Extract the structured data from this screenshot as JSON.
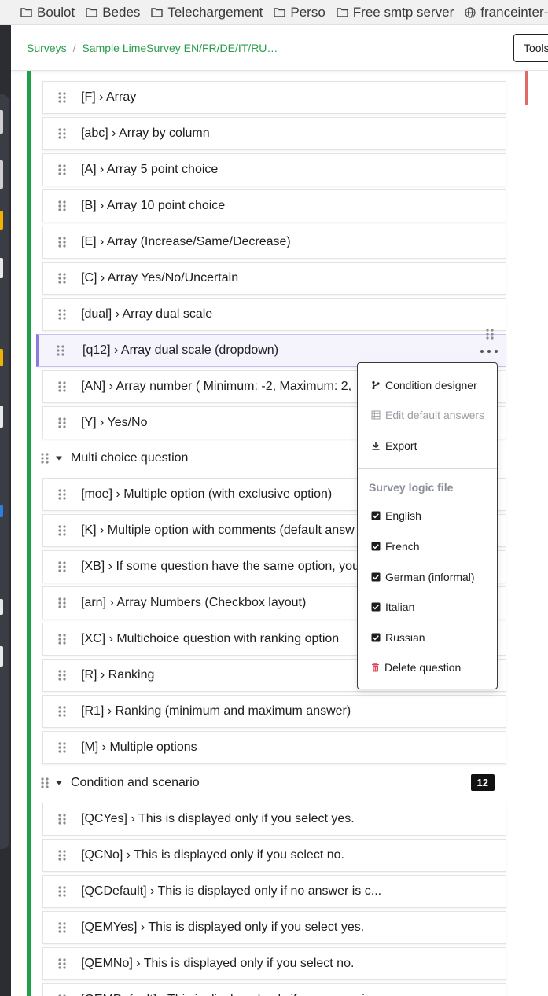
{
  "bookmarks": [
    {
      "label": "Boulot",
      "icon": "folder-icon"
    },
    {
      "label": "Bedes",
      "icon": "folder-icon"
    },
    {
      "label": "Telechargement",
      "icon": "folder-icon"
    },
    {
      "label": "Perso",
      "icon": "folder-icon"
    },
    {
      "label": "Free smtp server",
      "icon": "folder-icon"
    },
    {
      "label": "franceinter-",
      "icon": "globe-icon"
    }
  ],
  "breadcrumb": {
    "root": "Surveys",
    "separator": "/",
    "current": "Sample LimeSurvey EN/FR/DE/IT/RU…"
  },
  "toolbar": {
    "tools_label": "Tools"
  },
  "colors": {
    "accent_green": "#1fa047",
    "link_green": "#2a9d4a",
    "active_row": "#8b7ae0",
    "delete_red": "#e0455a"
  },
  "questions": [
    {
      "label": "[F] › Array"
    },
    {
      "label": "[abc] › Array by column"
    },
    {
      "label": "[A] › Array 5 point choice"
    },
    {
      "label": "[B] › Array 10 point choice"
    },
    {
      "label": "[E] › Array (Increase/Same/Decrease)"
    },
    {
      "label": "[C] › Array Yes/No/Uncertain"
    },
    {
      "label": "[dual] › Array dual scale"
    },
    {
      "label": "[q12] › Array dual scale (dropdown)"
    },
    {
      "label": "[AN] › Array number ( Minimum: -2, Maximum: 2,"
    },
    {
      "label": "[Y] › Yes/No"
    },
    {
      "label": "[moe] › Multiple option (with exclusive option)"
    },
    {
      "label": "[K] › Multiple option with comments (default answ"
    },
    {
      "label": "[XB] › If some question have the same option, you"
    },
    {
      "label": "[arn] › Array Numbers (Checkbox layout)"
    },
    {
      "label": "[XC] › Multichoice question with ranking option"
    },
    {
      "label": "[R] › Ranking"
    },
    {
      "label": "[R1] › Ranking (minimum and maximum answer)"
    },
    {
      "label": "[M] › Multiple options"
    },
    {
      "label": "[QCYes] › This is displayed only if you select yes."
    },
    {
      "label": "[QCNo] › This is displayed only if you select no."
    },
    {
      "label": "[QCDefault] › This is displayed only if no answer is c..."
    },
    {
      "label": "[QEMYes] › This is displayed only if you select yes."
    },
    {
      "label": "[QEMNo] › This is displayed only if you select no."
    },
    {
      "label": "[QEMDefault] › This is displayed only if no answer is"
    }
  ],
  "groups": [
    {
      "label": "Multi choice question",
      "count": ""
    },
    {
      "label": "Condition and scenario",
      "count": "12"
    }
  ],
  "menu": {
    "condition_designer": "Condition designer",
    "edit_default_answers": "Edit default answers",
    "export": "Export",
    "logic_header": "Survey logic file",
    "languages": [
      "English",
      "French",
      "German (informal)",
      "Italian",
      "Russian"
    ],
    "delete_question": "Delete question"
  }
}
